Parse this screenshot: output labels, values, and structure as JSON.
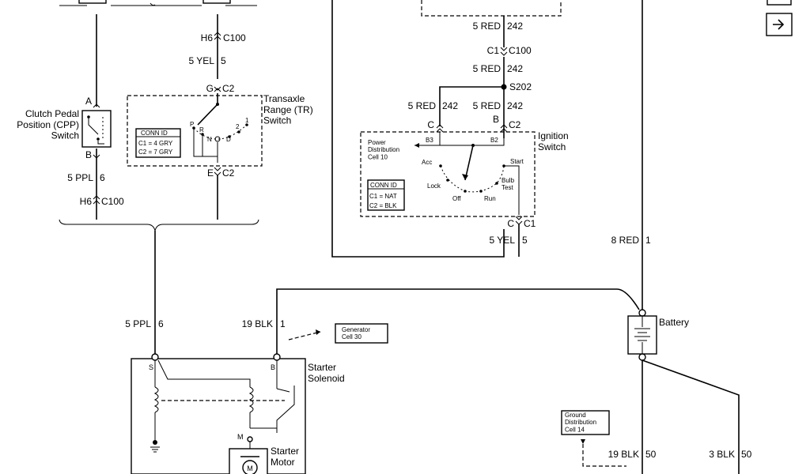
{
  "left_circuit": {
    "h6_c100_top": "H6",
    "c100_top": "C100",
    "yel_wire": "5 YEL",
    "yel_circuit": "5",
    "g_pin": "G",
    "c2_top": "C2",
    "tr_switch_label": "Transaxle\nRange (TR)\nSwitch",
    "tr_conn_title": "CONN ID",
    "tr_conn_c1": "C1 = 4 GRY",
    "tr_conn_c2": "C2 = 7 GRY",
    "tr_positions": [
      "P",
      "R",
      "N",
      "D",
      "2",
      "1"
    ],
    "e_pin": "E",
    "c2_bottom": "C2",
    "cpp_label": "Clutch Pedal\nPosition (CPP)\nSwitch",
    "pin_a": "A",
    "pin_b": "B",
    "ppl_wire": "5 PPL",
    "ppl_circuit": "6",
    "h6_c100_bottom": "H6",
    "c100_bottom": "C100"
  },
  "ignition": {
    "red_top": "5 RED",
    "red_top_circuit": "242",
    "c1": "C1",
    "c100": "C100",
    "red_mid": "5 RED",
    "red_mid_circuit": "242",
    "splice": "S202",
    "red_left": "5 RED",
    "red_left_circuit": "242",
    "red_right": "5 RED",
    "red_right_circuit": "242",
    "pin_c_top": "C",
    "pin_b_top": "B",
    "c2": "C2",
    "switch_label": "Ignition\nSwitch",
    "b3": "B3",
    "b2": "B2",
    "pdc_label": "Power\nDistribution\nCell 10",
    "positions": [
      "Acc",
      "Lock",
      "Off",
      "Run",
      "Bulb\nTest",
      "Start"
    ],
    "conn_title": "CONN ID",
    "conn_c1": "C1 = NAT",
    "conn_c2": "C2 = BLK",
    "pin_c_bottom": "C",
    "c1_bottom": "C1",
    "yel_wire": "5 YEL",
    "yel_circuit": "5"
  },
  "battery": {
    "red_wire": "8 RED",
    "red_circuit": "1",
    "label": "Battery"
  },
  "starter": {
    "ppl_wire": "5 PPL",
    "ppl_circuit": "6",
    "blk_wire": "19 BLK",
    "blk_circuit": "1",
    "generator_label": "Generator\nCell 30",
    "pin_s": "S",
    "pin_b": "B",
    "solenoid_label": "Starter\nSolenoid",
    "pin_m": "M",
    "motor_label": "Starter\nMotor",
    "motor_symbol": "M"
  },
  "ground": {
    "gdc_label": "Ground\nDistribution\nCell 14",
    "blk_wire_1": "19 BLK",
    "blk_circuit_1": "50",
    "blk_wire_2": "3 BLK",
    "blk_circuit_2": "50"
  },
  "icons": {
    "nav_arrow": "arrow-right-icon"
  }
}
